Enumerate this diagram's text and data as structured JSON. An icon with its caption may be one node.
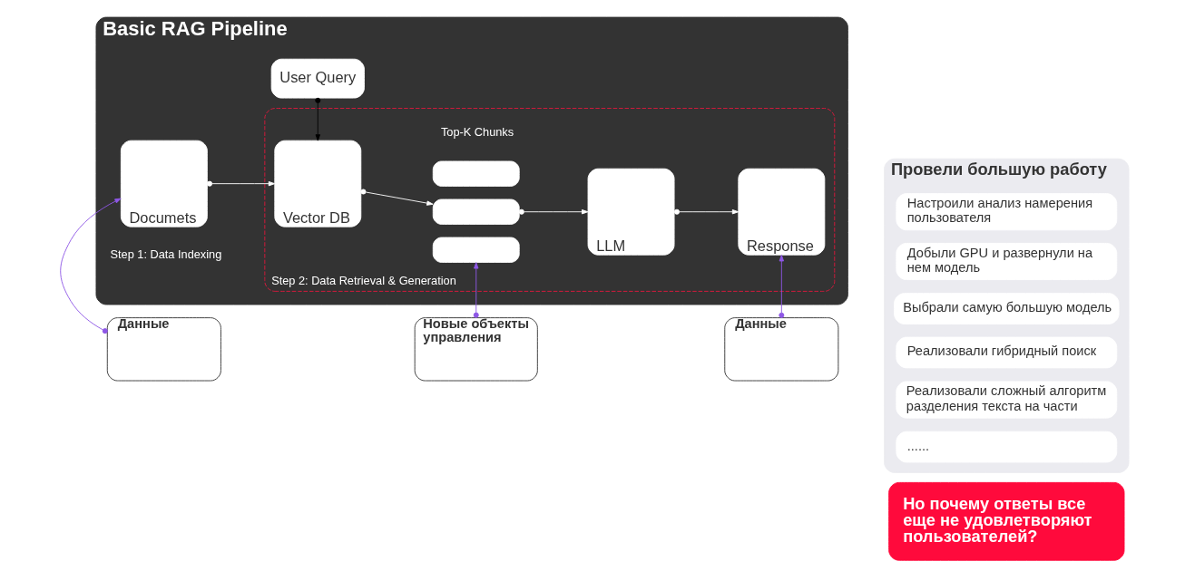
{
  "diagram": {
    "nodes": [
      {
        "text": [
          "Basic RAG Pipeline"
        ]
      },
      {
        "text": [
          "User Query"
        ],
        "in": 0
      },
      {
        "text": [
          "Documets"
        ],
        "in": 0,
        "beside": [
          "Step 1: Data Indexing"
        ]
      },
      {
        "text": [
          "Step 2: Data Retrieval & Generation"
        ],
        "in": 0
      },
      {
        "text": [
          "Vector DB"
        ],
        "in": 3
      },
      {
        "text": [],
        "shape": "box",
        "in": 3
      },
      {
        "text": [],
        "shape": "box",
        "in": 3
      },
      {
        "text": [],
        "shape": "box",
        "in": 3
      },
      {
        "text": [
          "LLM"
        ],
        "in": 3
      },
      {
        "text": [
          "Response"
        ],
        "in": 3
      },
      {
        "text": [
          "Провели большую работу"
        ]
      },
      {
        "text": [
          "Настроили анализ намерения пользователя"
        ],
        "in": 10
      },
      {
        "text": [
          "Добыли GPU и развернули на нем модель"
        ],
        "in": 10
      },
      {
        "text": [
          "Выбрали самую большую модель"
        ],
        "in": 10
      },
      {
        "text": [
          "Реализовали гибридный поиск"
        ],
        "in": 10
      },
      {
        "text": [
          "Реализовали сложный алгоритм разделения текста на части"
        ],
        "in": 10
      },
      {
        "text": [
          "......"
        ],
        "in": 10
      },
      {
        "text": [
          "Но почему ответы все еще не удовлетворяют пользователей?"
        ]
      },
      {
        "text": [
          "Данные"
        ]
      },
      {
        "text": [
          "Новые объекты управления"
        ]
      },
      {
        "text": [
          "Данные"
        ]
      }
    ],
    "edges": [
      {
        "from": 1,
        "to": 4,
        "arrow": "to",
        "color": "#000000"
      },
      {
        "from": 2,
        "to": 4,
        "arrow": "to"
      },
      {
        "from": 4,
        "to": 6,
        "arrow": "to"
      },
      {
        "from": 6,
        "to": 8,
        "arrow": "to"
      },
      {
        "from": 8,
        "to": 9,
        "arrow": "to"
      },
      {
        "from": 18,
        "to": 2,
        "arrow": "to",
        "color": "#8e57e6"
      },
      {
        "from": 19,
        "to": 7,
        "arrow": "to",
        "color": "#8e57e6"
      },
      {
        "from": 20,
        "to": 9,
        "arrow": "to",
        "color": "#8e57e6"
      }
    ],
    "labels": [
      "Top-K Chunks"
    ]
  }
}
